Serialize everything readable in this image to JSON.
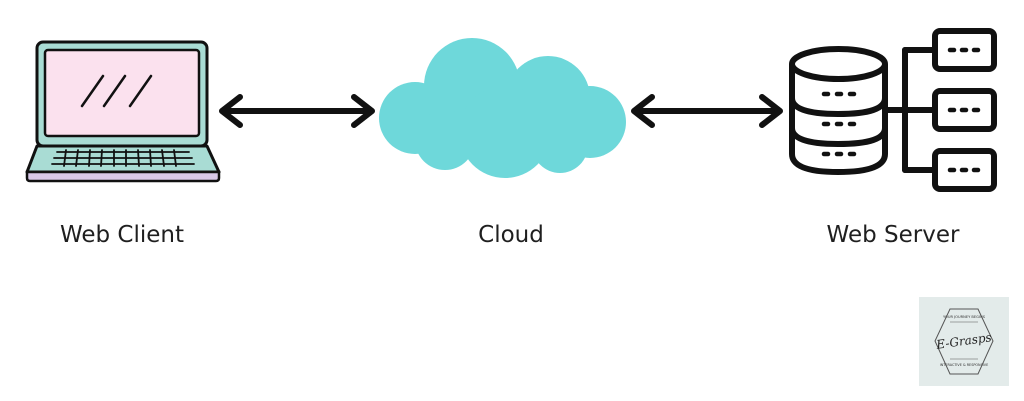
{
  "nodes": [
    {
      "id": "client",
      "label": "Web Client",
      "icon": "laptop-icon"
    },
    {
      "id": "cloud",
      "label": "Cloud",
      "icon": "cloud-icon"
    },
    {
      "id": "server",
      "label": "Web Server",
      "icon": "database-server-icon"
    }
  ],
  "connections": [
    {
      "from": "Web Client",
      "to": "Cloud",
      "direction": "bidirectional"
    },
    {
      "from": "Cloud",
      "to": "Web Server",
      "direction": "bidirectional"
    }
  ],
  "logo": {
    "text": "E-Grasps",
    "tagline_top": "YOUR JOURNEY BEGINS",
    "tagline_bottom": "INTERACTIVE & RESPONSIVE"
  },
  "colors": {
    "cloud": "#6ed8da",
    "laptop_body": "#a9dcd4",
    "laptop_screen": "#fbe1ee",
    "laptop_base": "#d8c8e8",
    "stroke": "#111111",
    "logo_bg": "#e3ebea"
  }
}
